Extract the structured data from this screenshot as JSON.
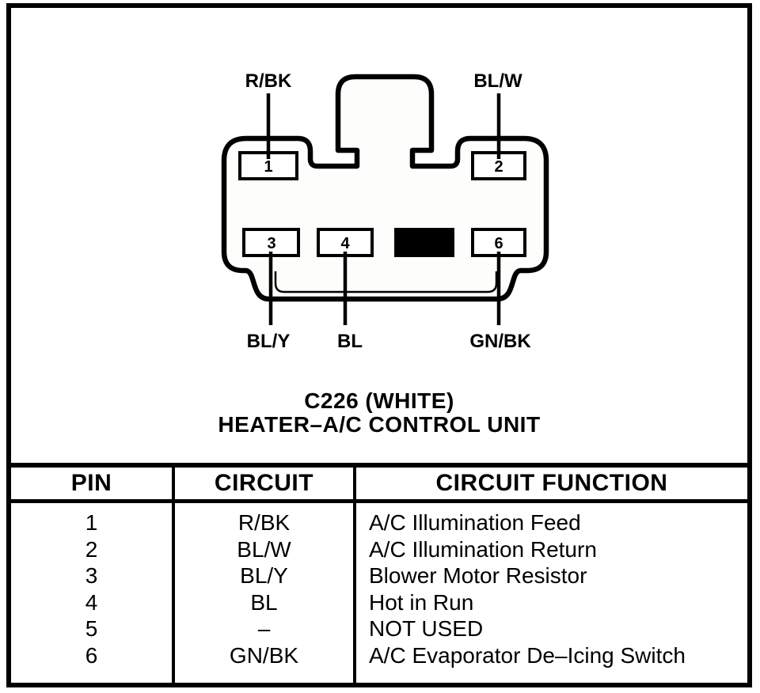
{
  "connector": {
    "caption": {
      "line1": "C226 (WHITE)",
      "line2": "HEATER–A/C CONTROL UNIT"
    },
    "housing_color": "WHITE",
    "pins": [
      {
        "number": "1",
        "wire": "R/BK",
        "filled": false,
        "wire_side": "top"
      },
      {
        "number": "2",
        "wire": "BL/W",
        "filled": false,
        "wire_side": "top"
      },
      {
        "number": "3",
        "wire": "BL/Y",
        "filled": false,
        "wire_side": "bottom"
      },
      {
        "number": "4",
        "wire": "BL",
        "filled": false,
        "wire_side": "bottom"
      },
      {
        "number": "5",
        "wire": "",
        "filled": true,
        "wire_side": "none"
      },
      {
        "number": "6",
        "wire": "GN/BK",
        "filled": false,
        "wire_side": "bottom"
      }
    ]
  },
  "pin_table": {
    "headers": {
      "pin": "PIN",
      "circuit": "CIRCUIT",
      "function": "CIRCUIT FUNCTION"
    },
    "rows": [
      {
        "pin": "1",
        "circuit": "R/BK",
        "function": "A/C Illumination Feed"
      },
      {
        "pin": "2",
        "circuit": "BL/W",
        "function": "A/C Illumination Return"
      },
      {
        "pin": "3",
        "circuit": "BL/Y",
        "function": "Blower Motor Resistor"
      },
      {
        "pin": "4",
        "circuit": "BL",
        "function": "Hot in Run"
      },
      {
        "pin": "5",
        "circuit": "–",
        "function": "NOT USED"
      },
      {
        "pin": "6",
        "circuit": "GN/BK",
        "function": "A/C Evaporator De–Icing Switch"
      }
    ]
  },
  "colors": {
    "ink": "#000000",
    "paper": "#ffffff",
    "not_used_pin_fill": "#000000"
  }
}
